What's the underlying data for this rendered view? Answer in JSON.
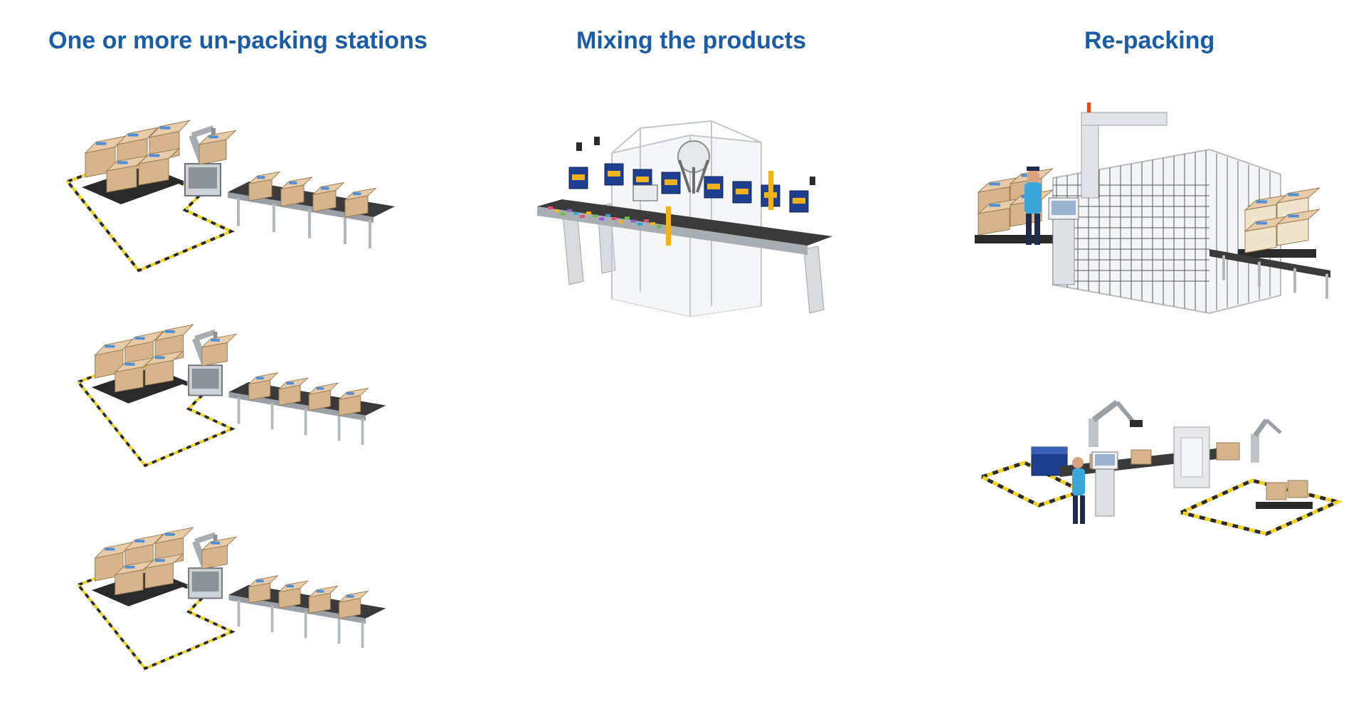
{
  "colors": {
    "heading": "#1a5ca8",
    "cardboard": "#d6b58c",
    "pallet": "#2a2a2a",
    "safety_stripe": "#f2d21b",
    "conveyor_belt": "#3a3a3a",
    "frame": "#cfd3d6",
    "product_box": "#1e3f8f",
    "worker_shirt": "#3aa6d9",
    "worker_pants": "#1f2d4a"
  },
  "columns": [
    {
      "heading": "One or more un-packing stations",
      "stations": [
        {
          "kind": "unpacking-station",
          "icons": [
            "pallet-icon",
            "cardboard-box-icon",
            "robot-arm-icon",
            "roller-conveyor-icon"
          ]
        },
        {
          "kind": "unpacking-station",
          "icons": [
            "pallet-icon",
            "cardboard-box-icon",
            "robot-arm-icon",
            "roller-conveyor-icon"
          ]
        },
        {
          "kind": "unpacking-station",
          "icons": [
            "pallet-icon",
            "cardboard-box-icon",
            "robot-arm-icon",
            "roller-conveyor-icon"
          ]
        }
      ]
    },
    {
      "heading": "Mixing the products",
      "stations": [
        {
          "kind": "delta-picker-cell",
          "icons": [
            "enclosure-frame-icon",
            "delta-robot-icon",
            "belt-conveyor-icon",
            "product-box-icon",
            "touchscreen-hmi-icon",
            "camera-icon"
          ]
        }
      ]
    },
    {
      "heading": "Re-packing",
      "stations": [
        {
          "kind": "palletizing-cell",
          "icons": [
            "safety-fence-icon",
            "gantry-icon",
            "operator-icon",
            "touchscreen-hmi-icon",
            "pallet-icon"
          ]
        },
        {
          "kind": "cobot-packing-station",
          "icons": [
            "robot-arm-icon",
            "case-erector-icon",
            "operator-icon",
            "belt-conveyor-icon",
            "pallet-icon"
          ]
        }
      ]
    }
  ]
}
